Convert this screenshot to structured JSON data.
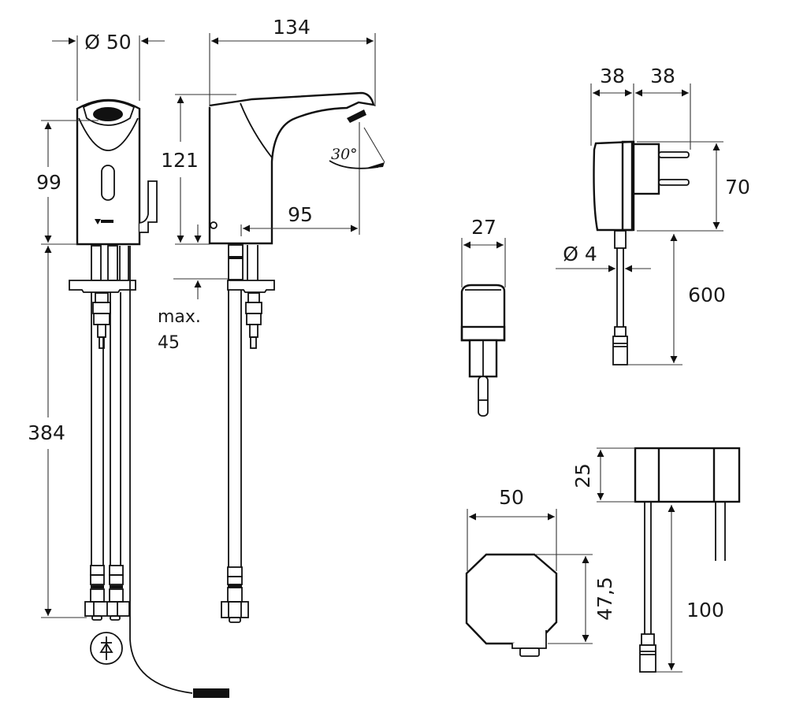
{
  "drawing": {
    "colors": {
      "line": "#111111",
      "background": "#ffffff"
    },
    "faucet_front": {
      "diameter_label": "Ø 50",
      "height_label": "99",
      "hose_length_label": "384",
      "symbol_icon": "diode-symbol-icon"
    },
    "faucet_side": {
      "length_label": "134",
      "height_label": "121",
      "reach_label": "95",
      "angle_label": "30°",
      "mount_label_line1": "max.",
      "mount_label_line2": "45"
    },
    "plug_adapter_small": {
      "width_label": "27"
    },
    "power_supply": {
      "width_left_label": "38",
      "width_right_label": "38",
      "height_label": "70",
      "cable_diameter_label": "Ø 4",
      "cable_length_label": "600"
    },
    "battery_box_front": {
      "width_label": "50",
      "height_label": "47,5"
    },
    "battery_box_side": {
      "height_label": "25",
      "cable_length_label": "100"
    }
  }
}
